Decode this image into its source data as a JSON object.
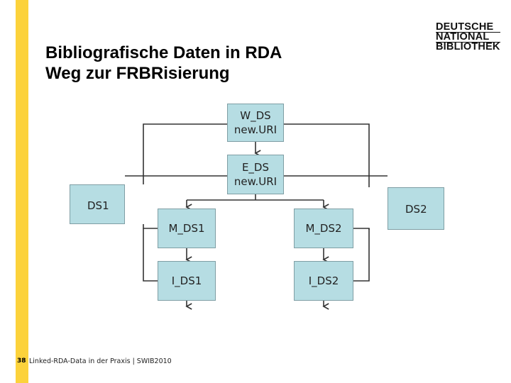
{
  "slide": {
    "title_line1": "Bibliografische Daten in RDA",
    "title_line2": "Weg zur FRBRisierung",
    "accent_color": "#fcd23b"
  },
  "logo": {
    "line1": "DEUTSCHE",
    "line2": "NATIONAL",
    "line3": "BIBLIOTHEK"
  },
  "diagram": {
    "box_color": "#b6dde3",
    "nodes": {
      "w_ds": "W_DS\nnew.URI",
      "e_ds": "E_DS\nnew.URI",
      "ds1": "DS1",
      "ds2": "DS2",
      "m_ds1": "M_DS1",
      "m_ds2": "M_DS2",
      "i_ds1": "I_DS1",
      "i_ds2": "I_DS2"
    }
  },
  "footer": {
    "page_number": "38",
    "text": "Linked-RDA-Data in der Praxis | SWIB2010"
  }
}
